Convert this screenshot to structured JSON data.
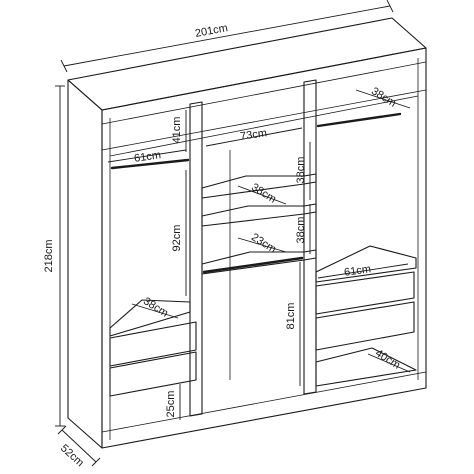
{
  "dimensions": {
    "overall_width": "201cm",
    "overall_height": "218cm",
    "overall_depth": "52cm",
    "top_shelf_height": "41cm",
    "left_rail_width": "61cm",
    "center_rail_width": "73cm",
    "right_shelf_depth": "38cm",
    "left_hanging_height": "92cm",
    "left_shelf_depth": "38cm",
    "center_shelf_upper_depth": "38cm",
    "center_shelf_lower_depth": "23cm",
    "center_upper_gap": "38cm",
    "center_mid_gap": "38cm",
    "right_compartment_width": "61cm",
    "right_hanging_height": "81cm",
    "right_bottom_depth": "40cm",
    "left_bottom_height": "25cm"
  }
}
